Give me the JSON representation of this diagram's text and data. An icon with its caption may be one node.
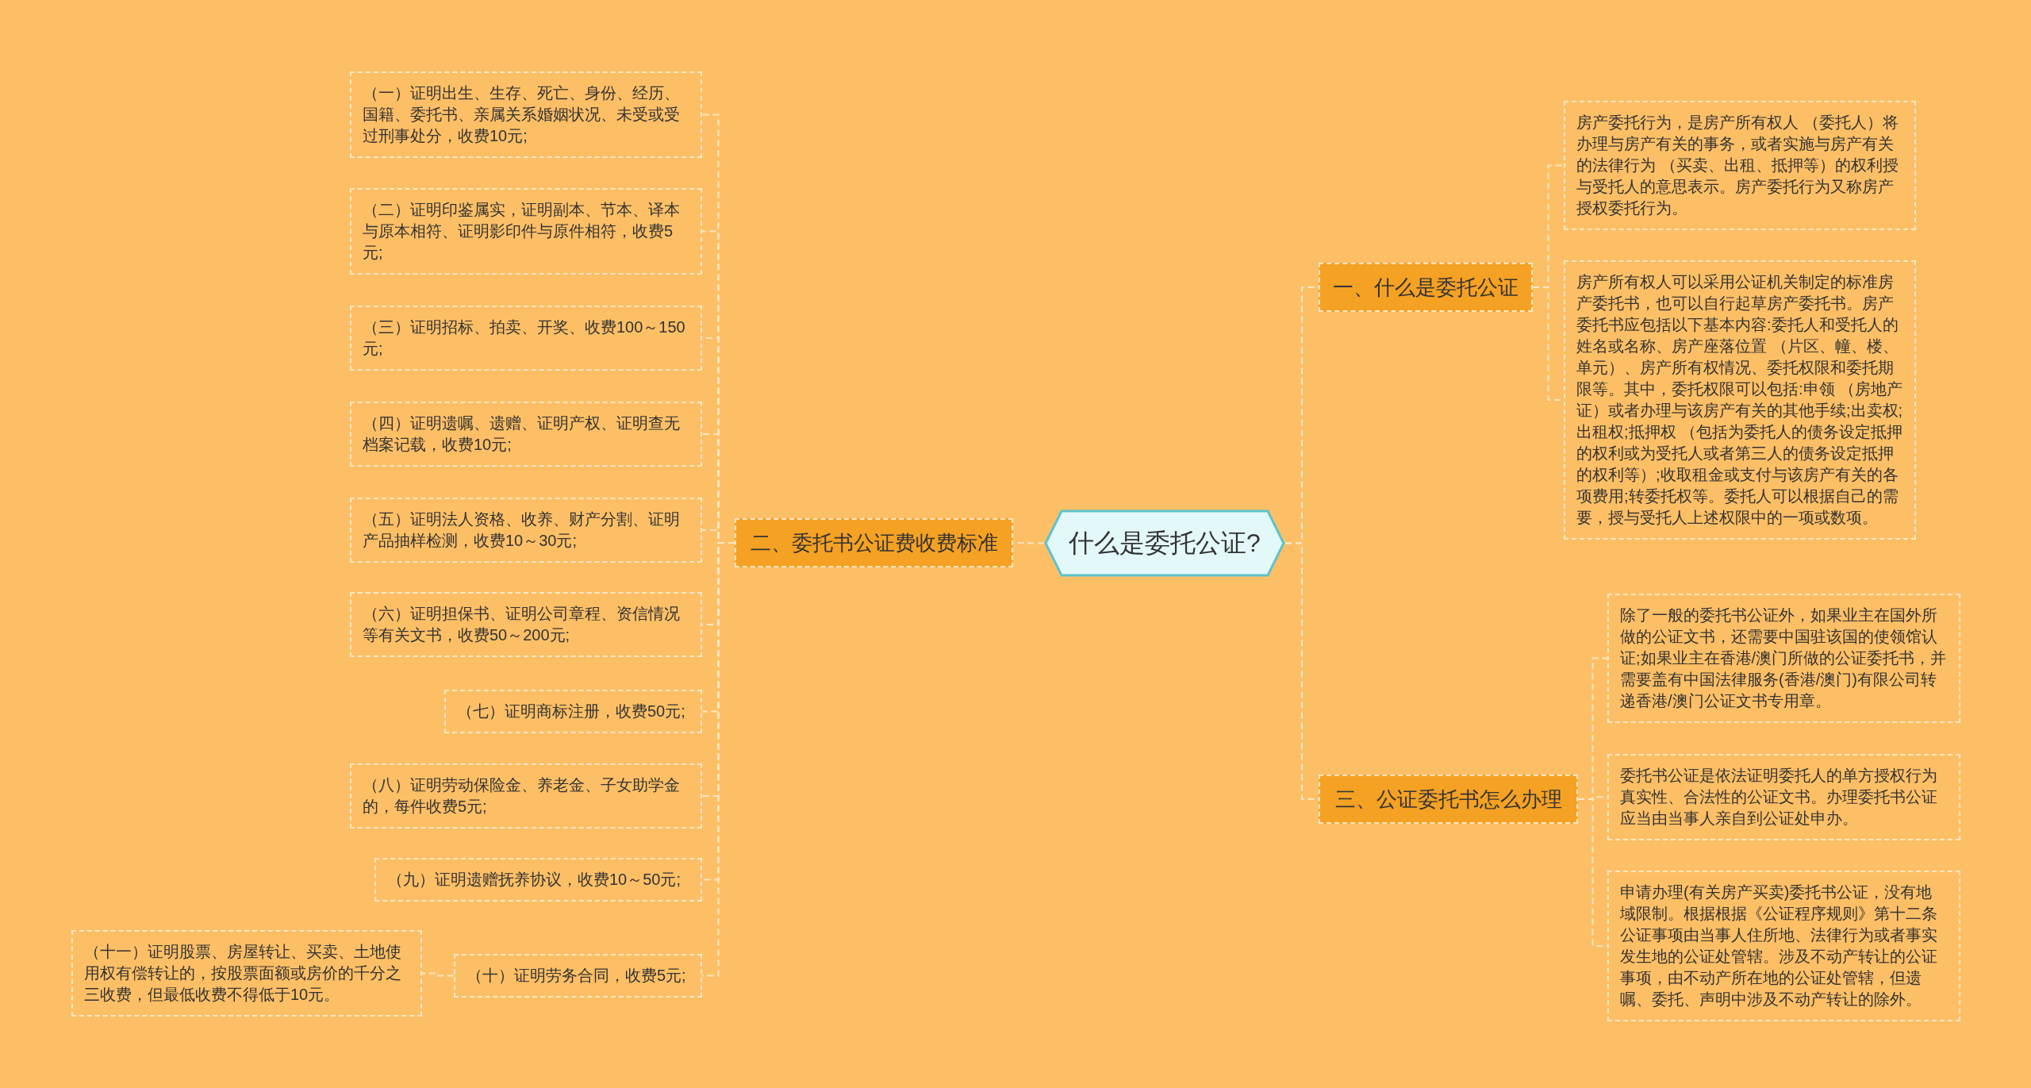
{
  "diagram": {
    "nodes": [
      {
        "text": [
          "什么是委托公证?"
        ]
      },
      {
        "text": [
          "一、什么是委托公证"
        ]
      },
      {
        "text": [
          "房产委托行为，是房产所有权人 （委托人）将办理与房产有关的事务，或者实施与房产有关的法律行为 （买卖、出租、抵押等）的权利授与受托人的意思表示。房产委托行为又称房产授权委托行为。"
        ]
      },
      {
        "text": [
          "房产所有权人可以采用公证机关制定的标准房产委托书，也可以自行起草房产委托书。房产委托书应包括以下基本内容:委托人和受托人的姓名或名称、房产座落位置 （片区、幢、楼、单元）、房产所有权情况、委托权限和委托期限等。其中，委托权限可以包括:申领 （房地产证）或者办理与该房产有关的其他手续;出卖权;出租权;抵押权 （包括为委托人的债务设定抵押的权利或为受托人或者第三人的债务设定抵押的权利等）;收取租金或支付与该房产有关的各项费用;转委托权等。委托人可以根据自己的需要，授与受托人上述权限中的一项或数项。"
        ]
      },
      {
        "text": [
          "二、委托书公证费收费标准"
        ]
      },
      {
        "text": [
          "（一）证明出生、生存、死亡、身份、经历、国籍、委托书、亲属关系婚姻状况、未受或受过刑事处分，收费10元;"
        ]
      },
      {
        "text": [
          "（二）证明印鉴属实，证明副本、节本、译本与原本相符、证明影印件与原件相符，收费5元;"
        ]
      },
      {
        "text": [
          "（三）证明招标、拍卖、开奖、收费100～150元;"
        ]
      },
      {
        "text": [
          "（四）证明遗嘱、遗赠、证明产权、证明查无档案记载，收费10元;"
        ]
      },
      {
        "text": [
          "（五）证明法人资格、收养、财产分割、证明产品抽样检测，收费10～30元;"
        ]
      },
      {
        "text": [
          "（六）证明担保书、证明公司章程、资信情况等有关文书，收费50～200元;"
        ]
      },
      {
        "text": [
          "（七）证明商标注册，收费50元;"
        ]
      },
      {
        "text": [
          "（八）证明劳动保险金、养老金、子女助学金的，每件收费5元;"
        ]
      },
      {
        "text": [
          "（九）证明遗赠抚养协议，收费10～50元;"
        ]
      },
      {
        "text": [
          "（十）证明劳务合同，收费5元;"
        ]
      },
      {
        "text": [
          "（十一）证明股票、房屋转让、买卖、土地使用权有偿转让的，按股票面额或房价的千分之三收费，但最低收费不得低于10元。"
        ]
      },
      {
        "text": [
          "三、公证委托书怎么办理"
        ]
      },
      {
        "text": [
          "除了一般的委托书公证外，如果业主在国外所做的公证文书，还需要中国驻该国的使领馆认证;如果业主在香港/澳门所做的公证委托书，并需要盖有中国法律服务(香港/澳门)有限公司转递香港/澳门公证文书专用章。"
        ]
      },
      {
        "text": [
          "委托书公证是依法证明委托人的单方授权行为真实性、合法性的公证文书。办理委托书公证应当由当事人亲自到公证处申办。"
        ]
      },
      {
        "text": [
          "申请办理(有关房产买卖)委托书公证，没有地域限制。根据根据《公证程序规则》第十二条公证事项由当事人住所地、法律行为或者事实发生地的公证处管辖。涉及不动产转让的公证事项，由不动产所在地的公证处管辖，但遗嘱、委托、声明中涉及不动产转让的除外。"
        ]
      }
    ],
    "edges": [
      {
        "from": 0,
        "to": 1,
        "arrow": "none"
      },
      {
        "from": 1,
        "to": 2,
        "arrow": "none"
      },
      {
        "from": 1,
        "to": 3,
        "arrow": "none"
      },
      {
        "from": 0,
        "to": 4,
        "arrow": "none"
      },
      {
        "from": 4,
        "to": 5,
        "arrow": "none"
      },
      {
        "from": 4,
        "to": 6,
        "arrow": "none"
      },
      {
        "from": 4,
        "to": 7,
        "arrow": "none"
      },
      {
        "from": 4,
        "to": 8,
        "arrow": "none"
      },
      {
        "from": 4,
        "to": 9,
        "arrow": "none"
      },
      {
        "from": 4,
        "to": 10,
        "arrow": "none"
      },
      {
        "from": 4,
        "to": 11,
        "arrow": "none"
      },
      {
        "from": 4,
        "to": 12,
        "arrow": "none"
      },
      {
        "from": 4,
        "to": 13,
        "arrow": "none"
      },
      {
        "from": 4,
        "to": 14,
        "arrow": "none"
      },
      {
        "from": 14,
        "to": 15,
        "arrow": "none"
      },
      {
        "from": 0,
        "to": 16,
        "arrow": "none"
      },
      {
        "from": 16,
        "to": 17,
        "arrow": "none"
      },
      {
        "from": 16,
        "to": 18,
        "arrow": "none"
      },
      {
        "from": 16,
        "to": 19,
        "arrow": "none"
      }
    ]
  }
}
